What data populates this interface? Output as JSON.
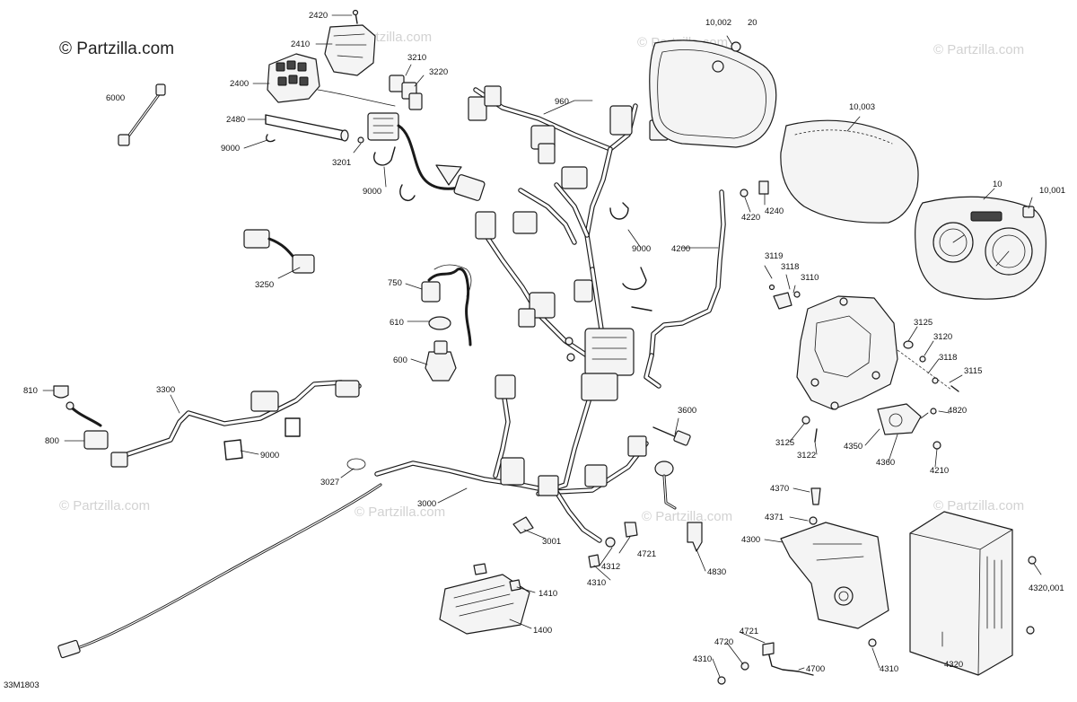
{
  "watermark": {
    "main": "© Partzilla.com",
    "faint": "© Partzilla.com"
  },
  "diagram_code": "33M1803",
  "parts": {
    "p2420": "2420",
    "p2410": "2410",
    "p2400": "2400",
    "p3210": "3210",
    "p3220": "3220",
    "p6000": "6000",
    "p2480": "2480",
    "p9000a": "9000",
    "p3201": "3201",
    "p9000b": "9000",
    "p960": "960",
    "p10002": "10,002",
    "p20": "20",
    "p10003": "10,003",
    "p10": "10",
    "p10001": "10,001",
    "p4220": "4220",
    "p4240": "4240",
    "p4200": "4200",
    "p9000c": "9000",
    "p3250": "3250",
    "p750": "750",
    "p610": "610",
    "p600": "600",
    "p3119": "3119",
    "p3118a": "3118",
    "p3110": "3110",
    "p3125a": "3125",
    "p3120": "3120",
    "p3118b": "3118",
    "p3115": "3115",
    "p810": "810",
    "p3300": "3300",
    "p800": "800",
    "p9000d": "9000",
    "p3027": "3027",
    "p3000": "3000",
    "p3600": "3600",
    "p4820": "4820",
    "p3125b": "3125",
    "p3122": "3122",
    "p4350": "4350",
    "p4360": "4360",
    "p4210": "4210",
    "p3001": "3001",
    "p4721a": "4721",
    "p4312": "4312",
    "p4310a": "4310",
    "p4830": "4830",
    "p4370": "4370",
    "p4371": "4371",
    "p4300": "4300",
    "p1410": "1410",
    "p1400": "1400",
    "p4320": "4320",
    "p4320001": "4320,001",
    "p4721b": "4721",
    "p4720": "4720",
    "p4310b": "4310",
    "p4700": "4700",
    "p4310c": "4310"
  }
}
